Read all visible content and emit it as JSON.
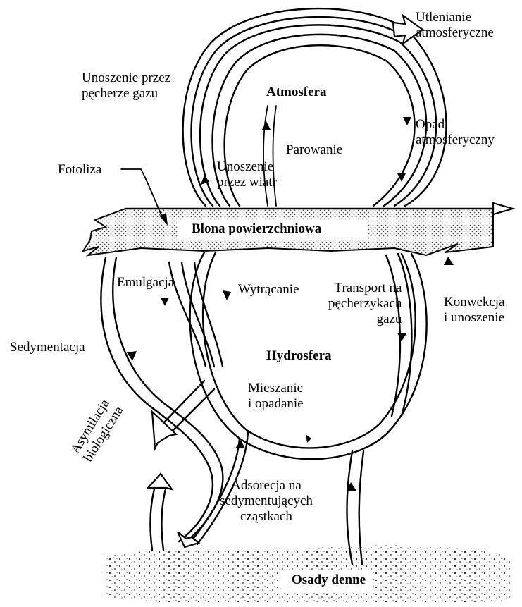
{
  "labels": {
    "utlenianie": "Utlenianie\natmosferyczne",
    "unoszenie_gaz": "Unoszenie przez\npęcherze gazu",
    "atmosfera": "Atmosfera",
    "opad": "Opad\natmosferyczny",
    "parowanie": "Parowanie",
    "fotoliza": "Fotoliza",
    "unoszenie_wiatr": "Unoszenie\nprzez wiatr",
    "blona": "Błona powierzchniowa",
    "emulgacja": "Emulgacja",
    "wytracanie": "Wytrącanie",
    "transport": "Transport na\npęcherzykach\ngazu",
    "konwekcja": "Konwekcja\ni unoszenie",
    "sedymentacja": "Sedymentacja",
    "hydrosfera": "Hydrosfera",
    "mieszanie": "Mieszanie\ni opadanie",
    "asymilacja": "Asymilacja\nbiologiczna",
    "adsorecja": "Adsorecja na\nsedymentujących\ncząstkach",
    "osady": "Osady denne"
  },
  "colors": {
    "line": "#000000",
    "fill": "#ffffff",
    "stipple": "#555555"
  }
}
